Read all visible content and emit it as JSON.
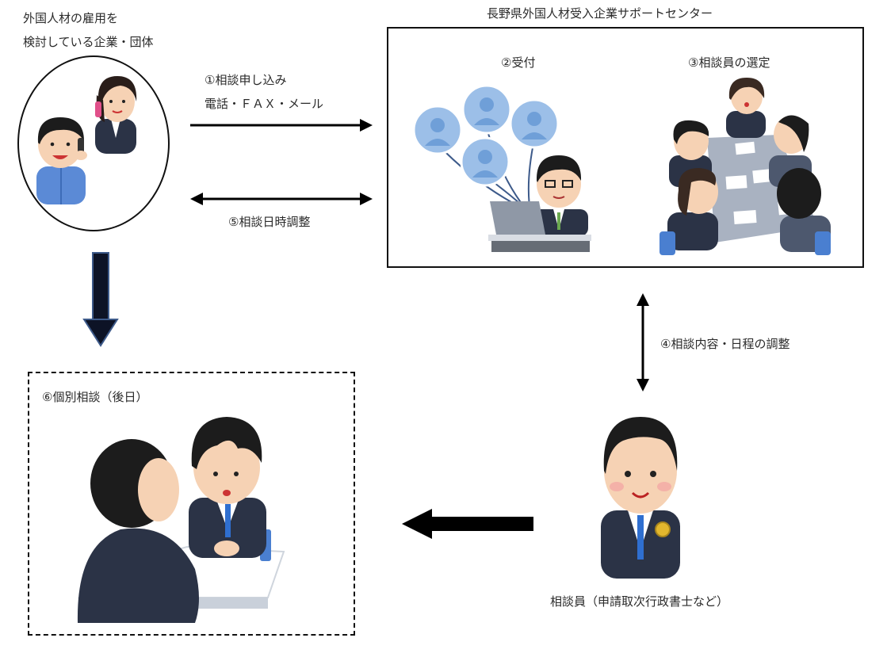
{
  "client": {
    "line1": "外国人材の雇用を",
    "line2": "検討している企業・団体"
  },
  "center": {
    "title": "長野県外国人材受入企業サポートセンター",
    "reception_label": "②受付",
    "selection_label": "③相談員の選定"
  },
  "steps": {
    "step1_line1": "①相談申し込み",
    "step1_line2": "電話・ＦＡＸ・メール",
    "step5": "⑤相談日時調整",
    "step4": "④相談内容・日程の調整"
  },
  "consultation": {
    "label": "⑥個別相談（後日）"
  },
  "counselor": {
    "label": "相談員（申請取次行政書士など）"
  },
  "colors": {
    "hair": "#1c1c1c",
    "skin": "#f6d2b4",
    "suit": "#2b3346",
    "shirt": "#ffffff",
    "tie_blue": "#2f6fd0",
    "tie_green": "#6aa84f",
    "work_blue": "#5b8ad6",
    "bubble": "#9cbfe8",
    "table": "#a9b2c1",
    "chair": "#4a7fd0",
    "arrow": "#000000",
    "bold_arrow_fill": "#0d1326"
  }
}
